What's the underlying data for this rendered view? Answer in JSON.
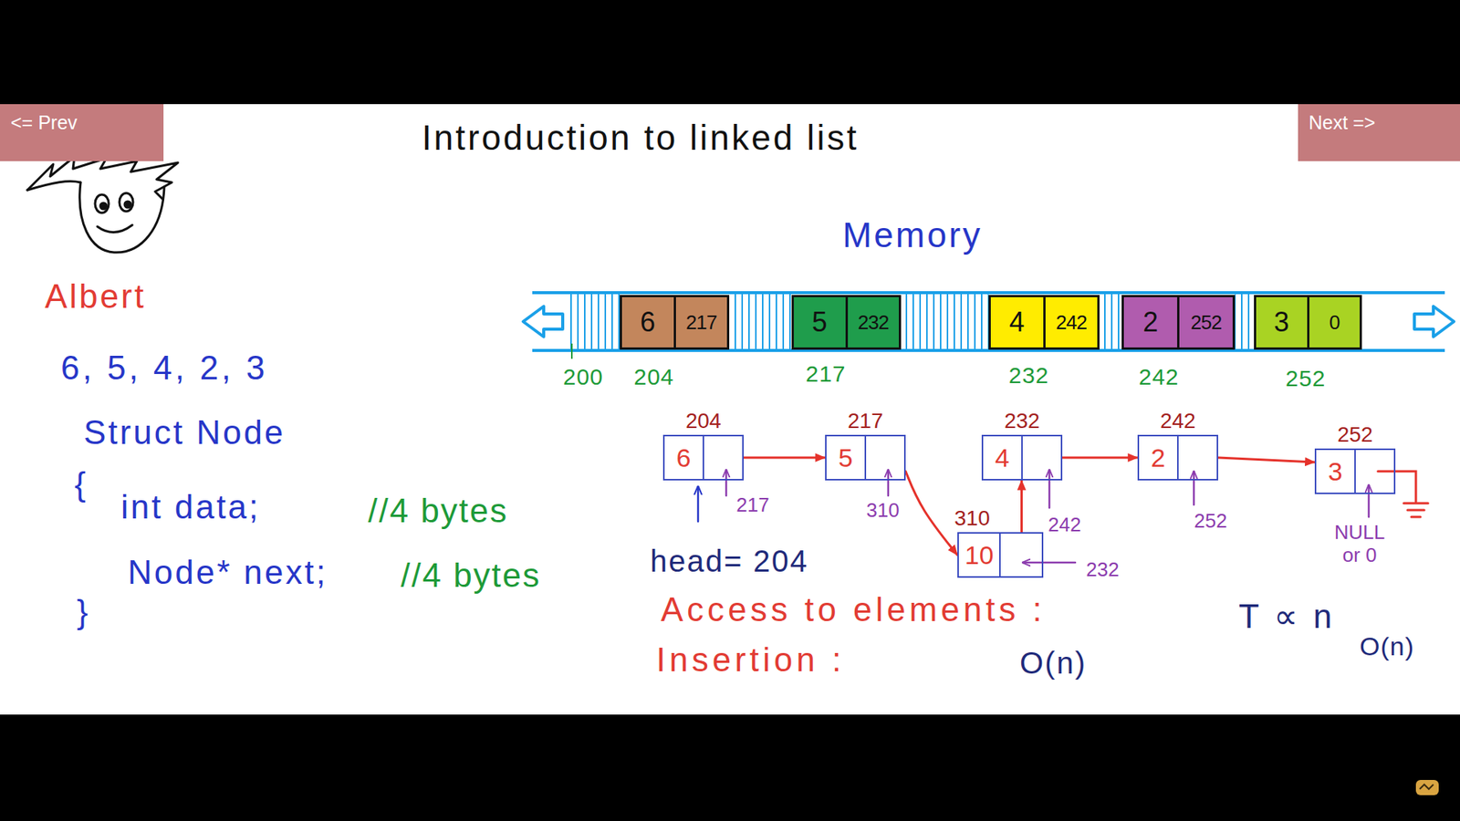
{
  "diagram": {
    "title": "Introduction to linked list",
    "nodes": [
      {
        "text": [
          "<= Prev"
        ]
      },
      {
        "text": [
          "Next =>"
        ]
      },
      {
        "text": [
          "6",
          "217"
        ]
      },
      {
        "text": [
          "5",
          "232"
        ]
      },
      {
        "text": [
          "4",
          "242"
        ]
      },
      {
        "text": [
          "2",
          "252"
        ]
      },
      {
        "text": [
          "3",
          "0"
        ]
      },
      {
        "text": [
          "204",
          "6"
        ]
      },
      {
        "text": [
          "217",
          "5"
        ]
      },
      {
        "text": [
          "232",
          "4"
        ]
      },
      {
        "text": [
          "242",
          "2"
        ]
      },
      {
        "text": [
          "252",
          "3"
        ]
      },
      {
        "text": [
          "310",
          "10"
        ]
      }
    ],
    "edges": [
      {
        "from": 7,
        "to": 8,
        "arrow": "to"
      },
      {
        "from": 8,
        "to": 12,
        "arrow": "to"
      },
      {
        "from": 12,
        "to": 9,
        "arrow": "to"
      },
      {
        "from": 9,
        "to": 10,
        "arrow": "to"
      },
      {
        "from": 10,
        "to": 11,
        "arrow": "to"
      }
    ],
    "labels": [
      "Albert",
      "6, 5, 4, 2, 3",
      "Struct Node",
      "{",
      "int data;",
      "//4 bytes",
      "Node* next;",
      "//4 bytes",
      "}",
      "Memory",
      "200",
      "204",
      "217",
      "232",
      "242",
      "252",
      "217",
      "310",
      "242",
      "252",
      "NULL or 0",
      "232",
      "head= 204",
      "Access to elements :",
      "T ∝ n",
      "O(n)",
      "Insertion :",
      "O(n)"
    ]
  }
}
